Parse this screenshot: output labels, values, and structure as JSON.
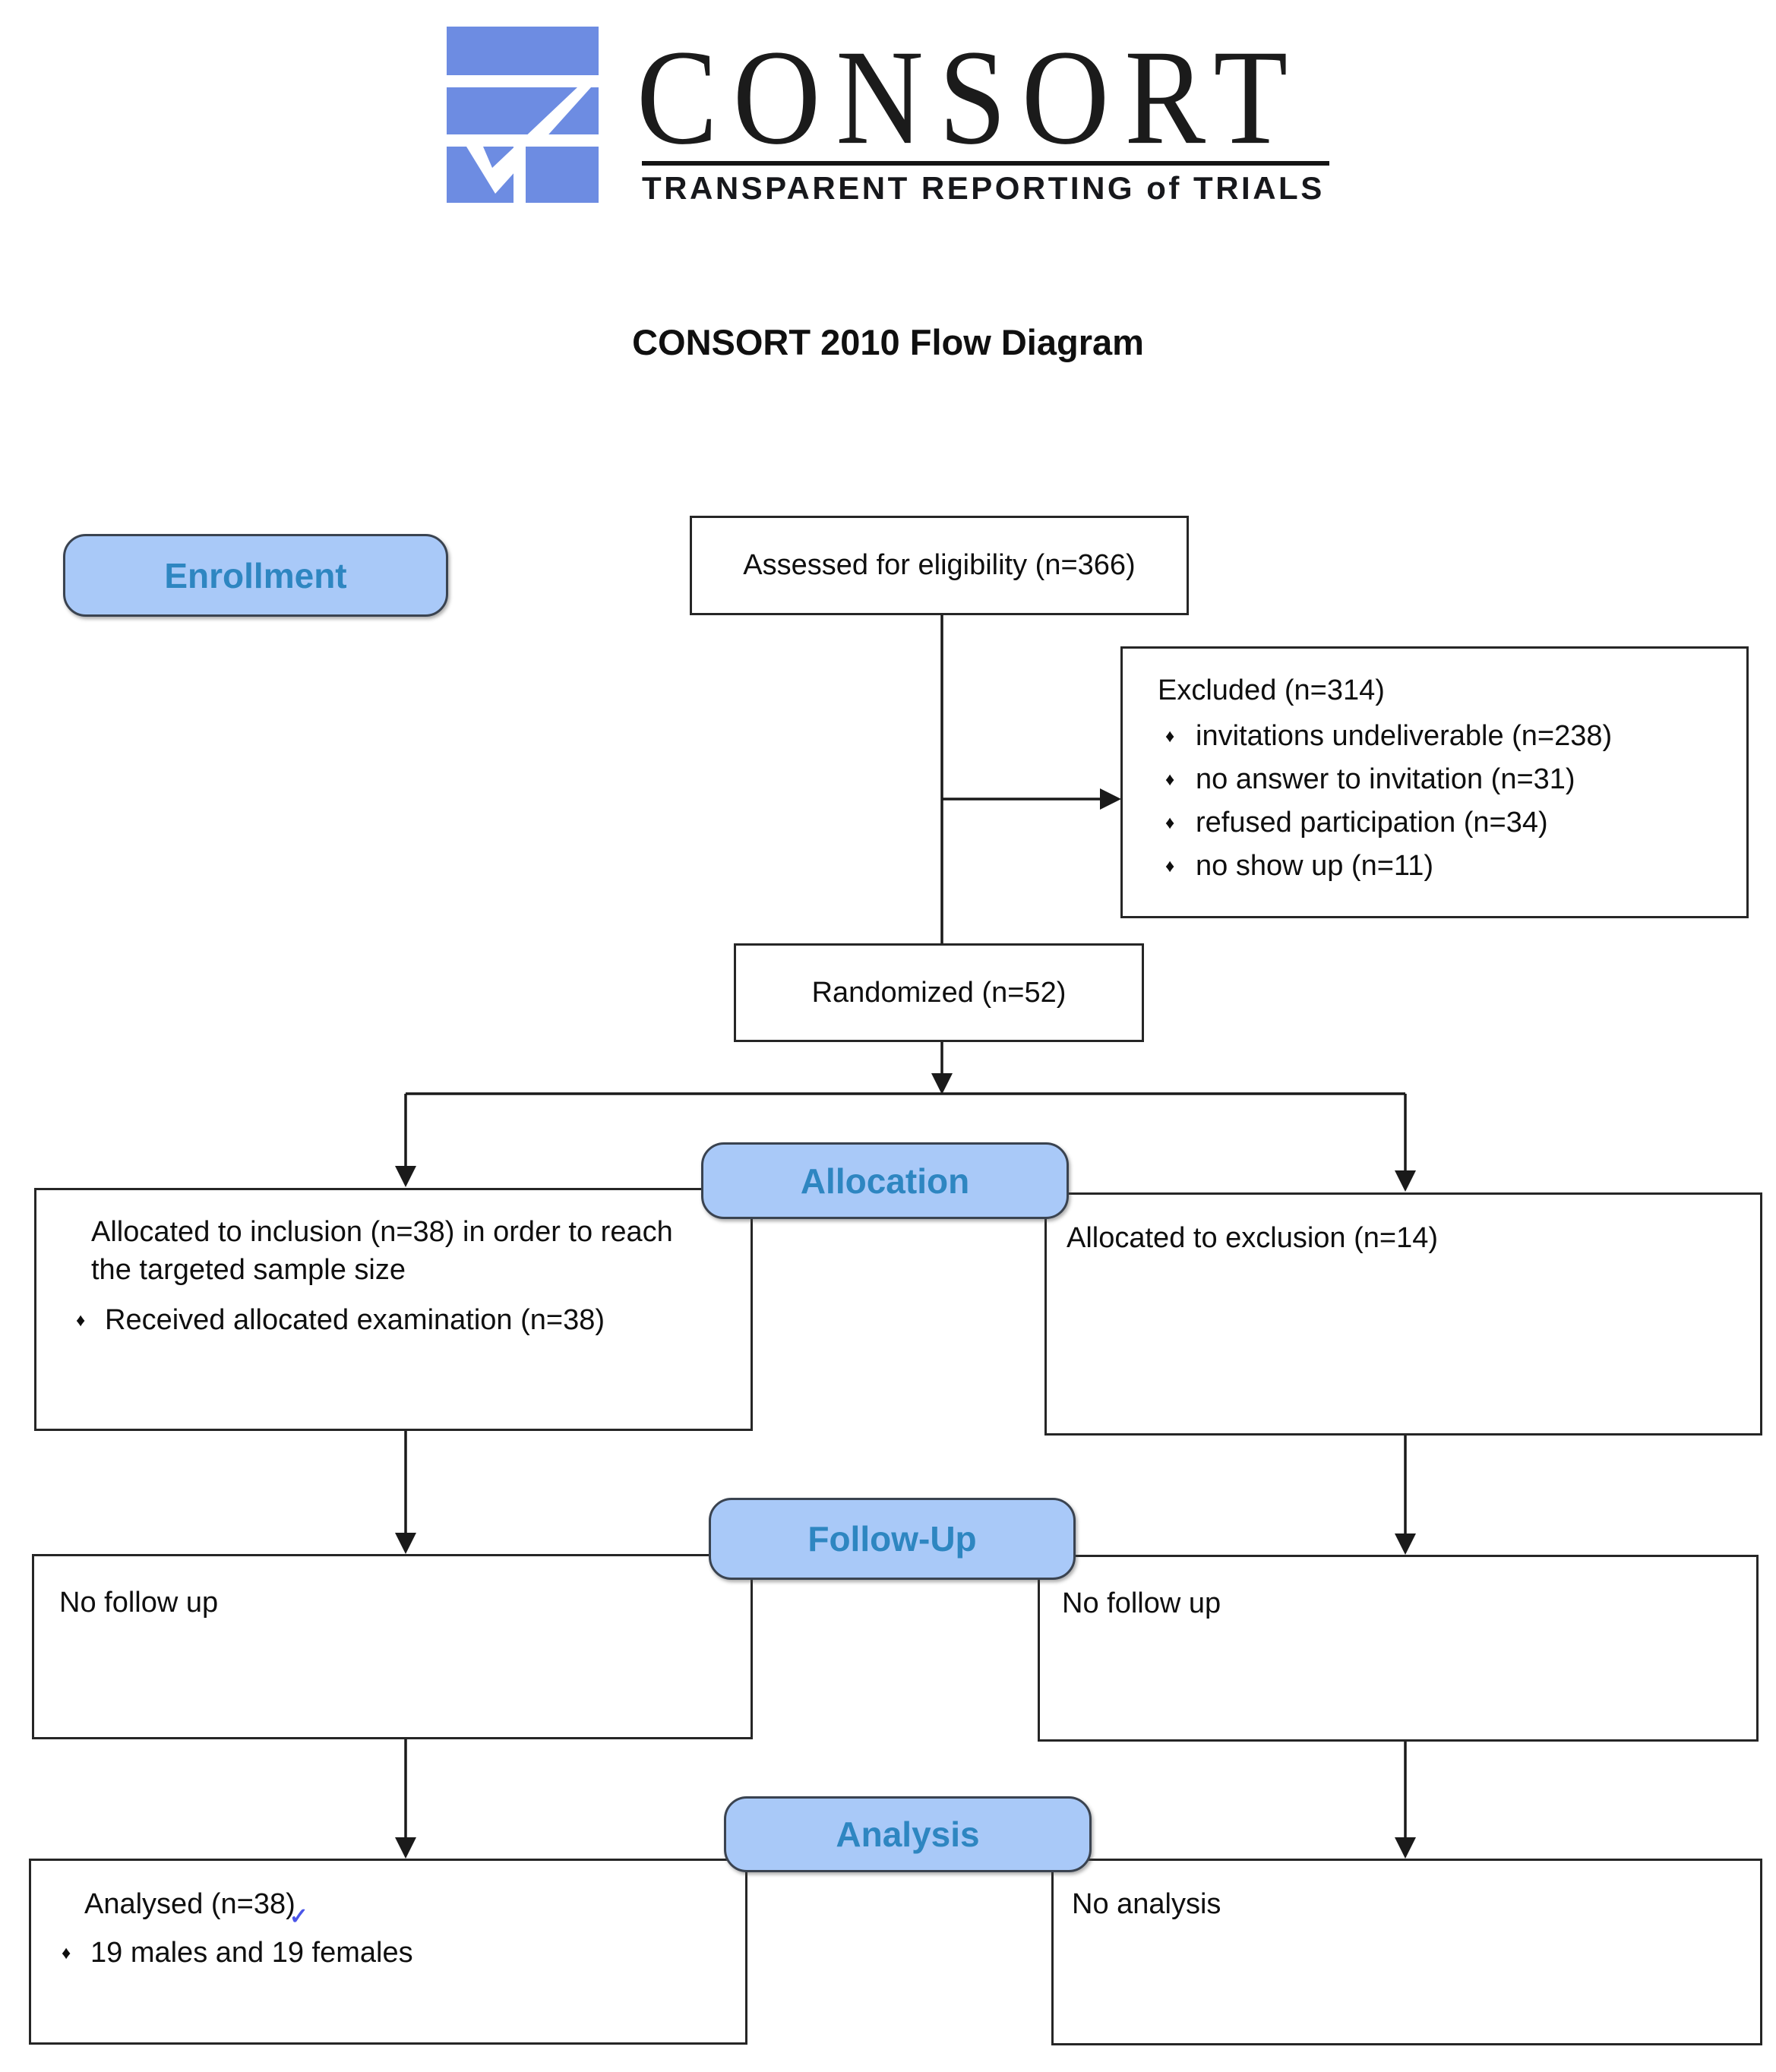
{
  "logo": {
    "wordmark": "CONSORT",
    "tagline": "TRANSPARENT REPORTING of TRIALS"
  },
  "title": "CONSORT 2010 Flow Diagram",
  "labels": {
    "enrollment": "Enrollment",
    "allocation": "Allocation",
    "followup": "Follow-Up",
    "analysis": "Analysis"
  },
  "boxes": {
    "assessed": {
      "text": "Assessed for eligibility (n=366)"
    },
    "excluded": {
      "title": "Excluded (n=314)",
      "bullets": [
        "invitations undeliverable (n=238)",
        "no answer to invitation (n=31)",
        "refused participation (n=34)",
        "no show up (n=11)"
      ]
    },
    "randomized": {
      "text": "Randomized (n=52)"
    },
    "allocation_left": {
      "lines": [
        "Allocated to inclusion (n=38) in order to reach",
        "the targeted sample size"
      ],
      "bullets": [
        "Received allocated examination (n=38)"
      ]
    },
    "allocation_right": {
      "text": "Allocated to exclusion (n=14)"
    },
    "followup_left": {
      "text": "No follow up"
    },
    "followup_right": {
      "text": "No follow up"
    },
    "analysis_left": {
      "title": "Analysed (n=38)",
      "annotation_mark": "✓",
      "bullets": [
        "19 males and 19 females"
      ]
    },
    "analysis_right": {
      "text": "No analysis"
    }
  },
  "ui": {
    "bullet_glyph": "♦"
  },
  "colors": {
    "logo_blue": "#6d8ce2",
    "label_fill": "#a9c9f8",
    "label_text": "#2e86c1",
    "label_border": "#3a4350",
    "box_border": "#262626",
    "connector": "#1a1a1a",
    "annotation_blue": "#4a55e8"
  }
}
